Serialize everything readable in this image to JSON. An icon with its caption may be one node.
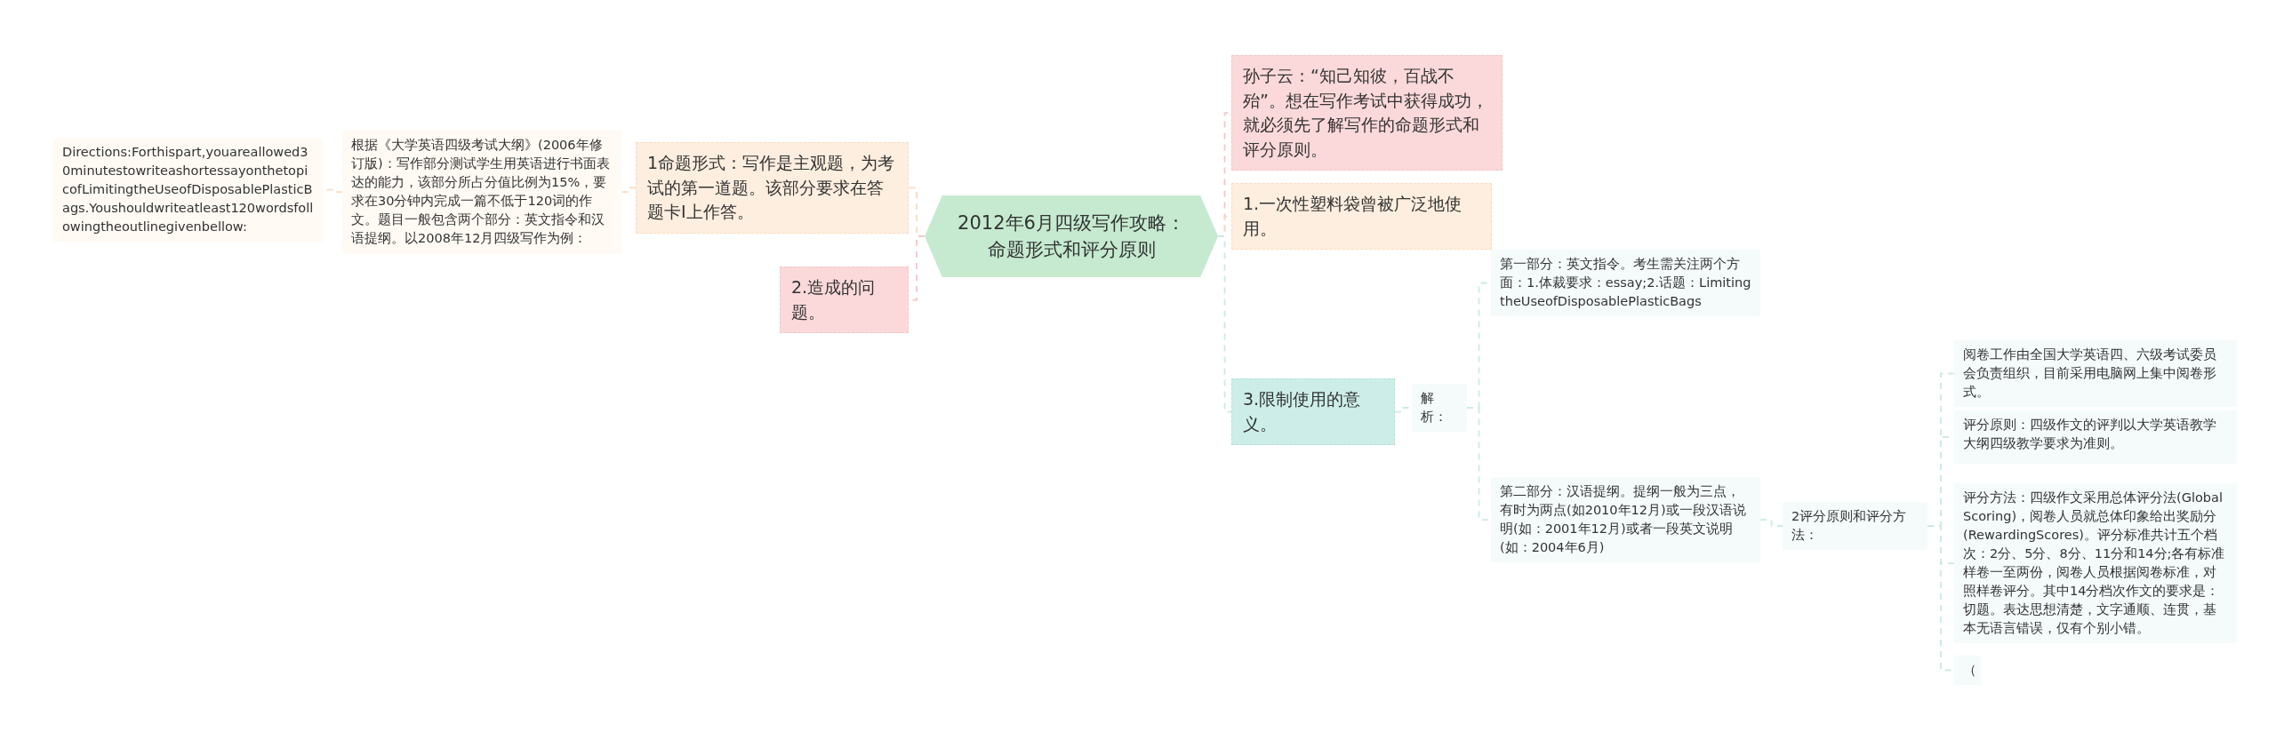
{
  "diagram": {
    "nodes": [
      {
        "text": [
          "2012年6月四级写作攻略：命题形式和评分原则"
        ]
      },
      {
        "text": [
          "1命题形式：写作是主观题，为考试的第一道题。该部分要求在答题卡Ⅰ上作答。"
        ]
      },
      {
        "text": [
          "根据《大学英语四级考试大纲》(2006年修订版)：写作部分测试学生用英语进行书面表达的能力，该部分所占分值比例为15%，要求在30分钟内完成一篇不低于120词的作文。题目一般包含两个部分：英文指令和汉语提纲。以2008年12月四级写作为例："
        ]
      },
      {
        "text": [
          "Directions:Forthispart,youareallowed30minutestowriteashortessayonthetopicofLimitingtheUseofDisposablePlasticBags.Youshouldwriteatleast120wordsfollowingtheoutlinegivenbellow:"
        ]
      },
      {
        "text": [
          "2.造成的问题。"
        ]
      },
      {
        "text": [
          "孙子云：“知己知彼，百战不殆”。想在写作考试中获得成功，就必须先了解写作的命题形式和评分原则。"
        ]
      },
      {
        "text": [
          "1.一次性塑料袋曾被广泛地使用。"
        ]
      },
      {
        "text": [
          "3.限制使用的意义。"
        ]
      },
      {
        "text": [
          "解析："
        ]
      },
      {
        "text": [
          "第一部分：英文指令。考生需关注两个方面：1.体裁要求：essay;2.话题：LimitingtheUseofDisposablePlasticBags"
        ]
      },
      {
        "text": [
          "第二部分：汉语提纲。提纲一般为三点，有时为两点(如2010年12月)或一段汉语说明(如：2001年12月)或者一段英文说明(如：2004年6月)"
        ]
      },
      {
        "text": [
          "2评分原则和评分方法："
        ]
      },
      {
        "text": [
          "阅卷工作由全国大学英语四、六级考试委员会负责组织，目前采用电脑网上集中阅卷形式。"
        ]
      },
      {
        "text": [
          "评分原则：四级作文的评判以大学英语教学大纲四级教学要求为准则。"
        ]
      },
      {
        "text": [
          "评分方法：四级作文采用总体评分法(Global Scoring)，阅卷人员就总体印象给出奖励分(RewardingScores)。评分标准共计五个档次：2分、5分、8分、11分和14分;各有标准样卷一至两份，阅卷人员根据阅卷标准，对照样卷评分。其中14分档次作文的要求是：切题。表达思想清楚，文字通顺、连贯，基本无语言错误，仅有个别小错。"
        ]
      },
      {
        "text": [
          "（"
        ]
      }
    ],
    "edges": [
      {
        "from": 0,
        "to": 1,
        "arrow": "none",
        "color": "#f7dcc4"
      },
      {
        "from": 1,
        "to": 2,
        "arrow": "none",
        "color": "#f7dcc4"
      },
      {
        "from": 2,
        "to": 3,
        "arrow": "none",
        "color": "#f7dcc4"
      },
      {
        "from": 0,
        "to": 4,
        "arrow": "none",
        "color": "#f4c6c8"
      },
      {
        "from": 0,
        "to": 5,
        "arrow": "none",
        "color": "#f4c6c8"
      },
      {
        "from": 0,
        "to": 6,
        "arrow": "none",
        "color": "#f7dcc4"
      },
      {
        "from": 0,
        "to": 7,
        "arrow": "none"
      },
      {
        "from": 7,
        "to": 8,
        "arrow": "none"
      },
      {
        "from": 8,
        "to": 9,
        "arrow": "none"
      },
      {
        "from": 8,
        "to": 10,
        "arrow": "none"
      },
      {
        "from": 10,
        "to": 11,
        "arrow": "none"
      },
      {
        "from": 11,
        "to": 12,
        "arrow": "none"
      },
      {
        "from": 11,
        "to": 13,
        "arrow": "none"
      },
      {
        "from": 11,
        "to": 14,
        "arrow": "none"
      },
      {
        "from": 11,
        "to": 15,
        "arrow": "none"
      }
    ]
  }
}
